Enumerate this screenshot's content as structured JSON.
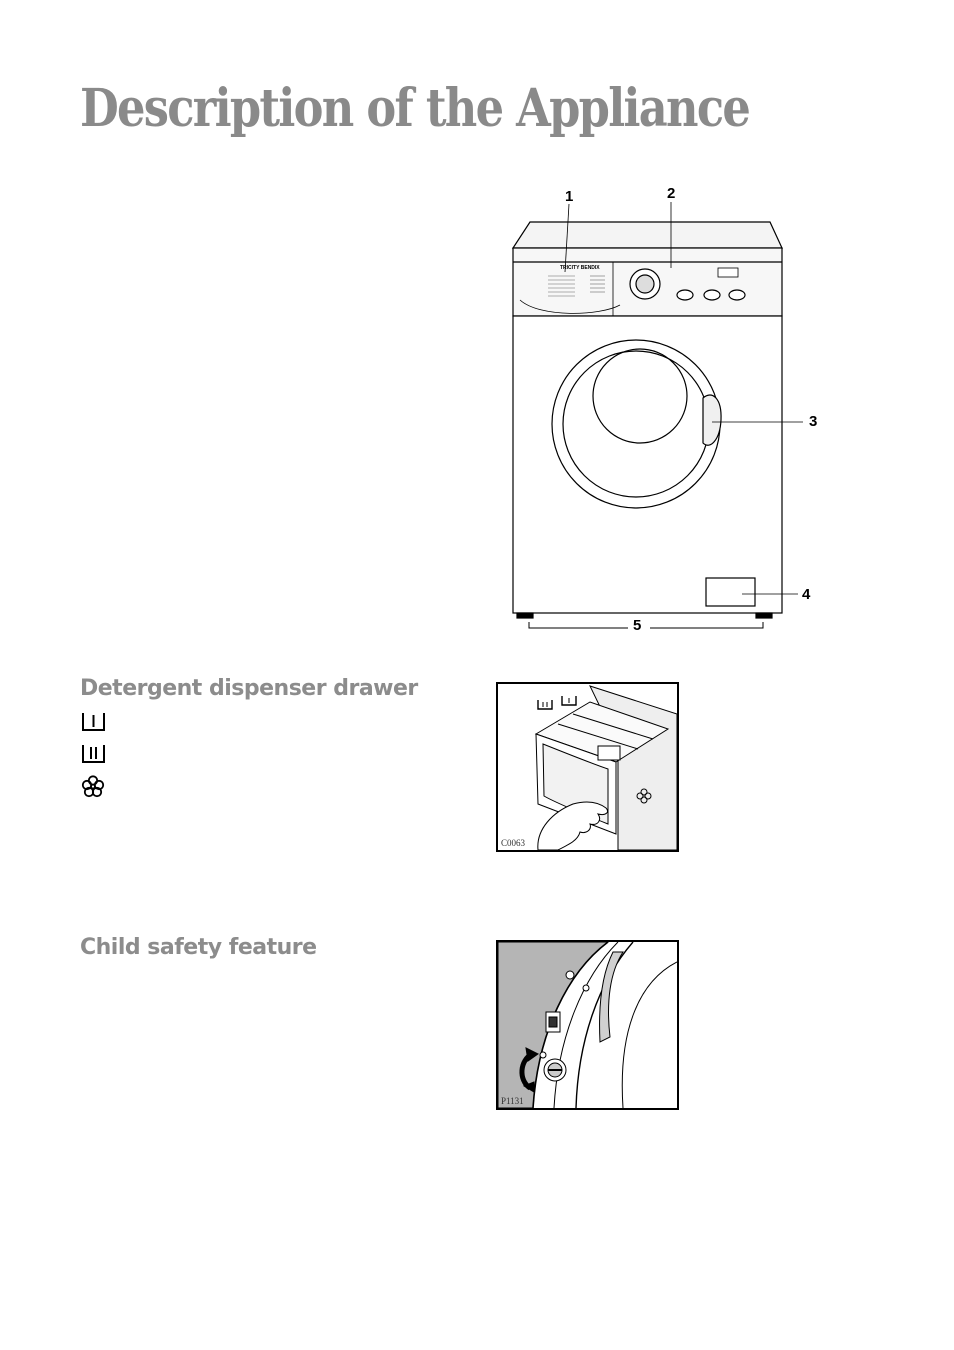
{
  "page": {
    "title": "Description of the Appliance"
  },
  "appliance_figure": {
    "callouts": [
      "1",
      "2",
      "3",
      "4",
      "5"
    ],
    "brand_label": "TRICITY BENDIX"
  },
  "drawer_section": {
    "heading": "Detergent dispenser drawer",
    "symbols": [
      "prewash-compartment-icon",
      "main-wash-compartment-icon",
      "softener-compartment-icon"
    ],
    "figure_code": "C0063"
  },
  "child_safety_section": {
    "heading": "Child safety feature",
    "figure_code": "P1131"
  }
}
